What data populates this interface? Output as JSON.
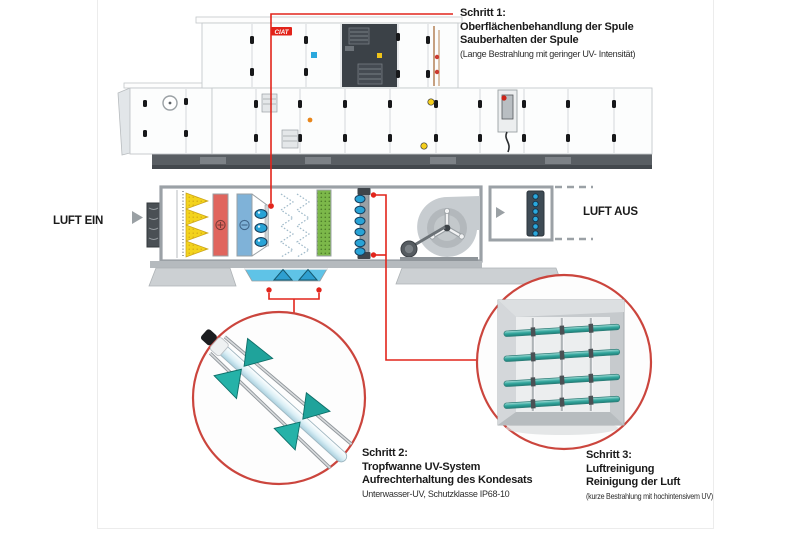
{
  "photo": {
    "brand_logo": "CIAT"
  },
  "labels": {
    "air_in": "LUFT EIN",
    "air_out": "LUFT AUS"
  },
  "steps": {
    "step1": {
      "title": "Schritt 1:",
      "line1": "Oberflächenbehandlung der Spule",
      "line2": "Sauberhalten der Spule",
      "note": "(Lange Bestrahlung mit geringer UV- Intensität)"
    },
    "step2": {
      "title": "Schritt 2:",
      "line1": "Tropfwanne UV-System",
      "line2": "Aufrechterhaltung des Kondesats",
      "note": "Unterwasser-UV, Schutzklasse IP68-10"
    },
    "step3": {
      "title": "Schritt 3:",
      "line1": "Luftreinigung",
      "line2": "Reinigung der Luft",
      "note": "(kurze Bestrahlung mit hochintensivem UV)"
    }
  },
  "colors": {
    "accent_red_line": "#e2251c",
    "callout_circle_red": "#cb453d",
    "brand_red": "#e2231a",
    "uv_lamp_blue": "#28a3d6",
    "filter_yellow": "#f3d31d",
    "filter_green": "#7cb84a",
    "heating_coil_red": "#e0655e",
    "cooling_coil_blue": "#7fb2d8",
    "condensate_blue": "#5fc3e7",
    "uv_tube_teal": "#2fa49c",
    "casing_grey": "#9ba1a6",
    "dark_panel": "#3b4147"
  }
}
